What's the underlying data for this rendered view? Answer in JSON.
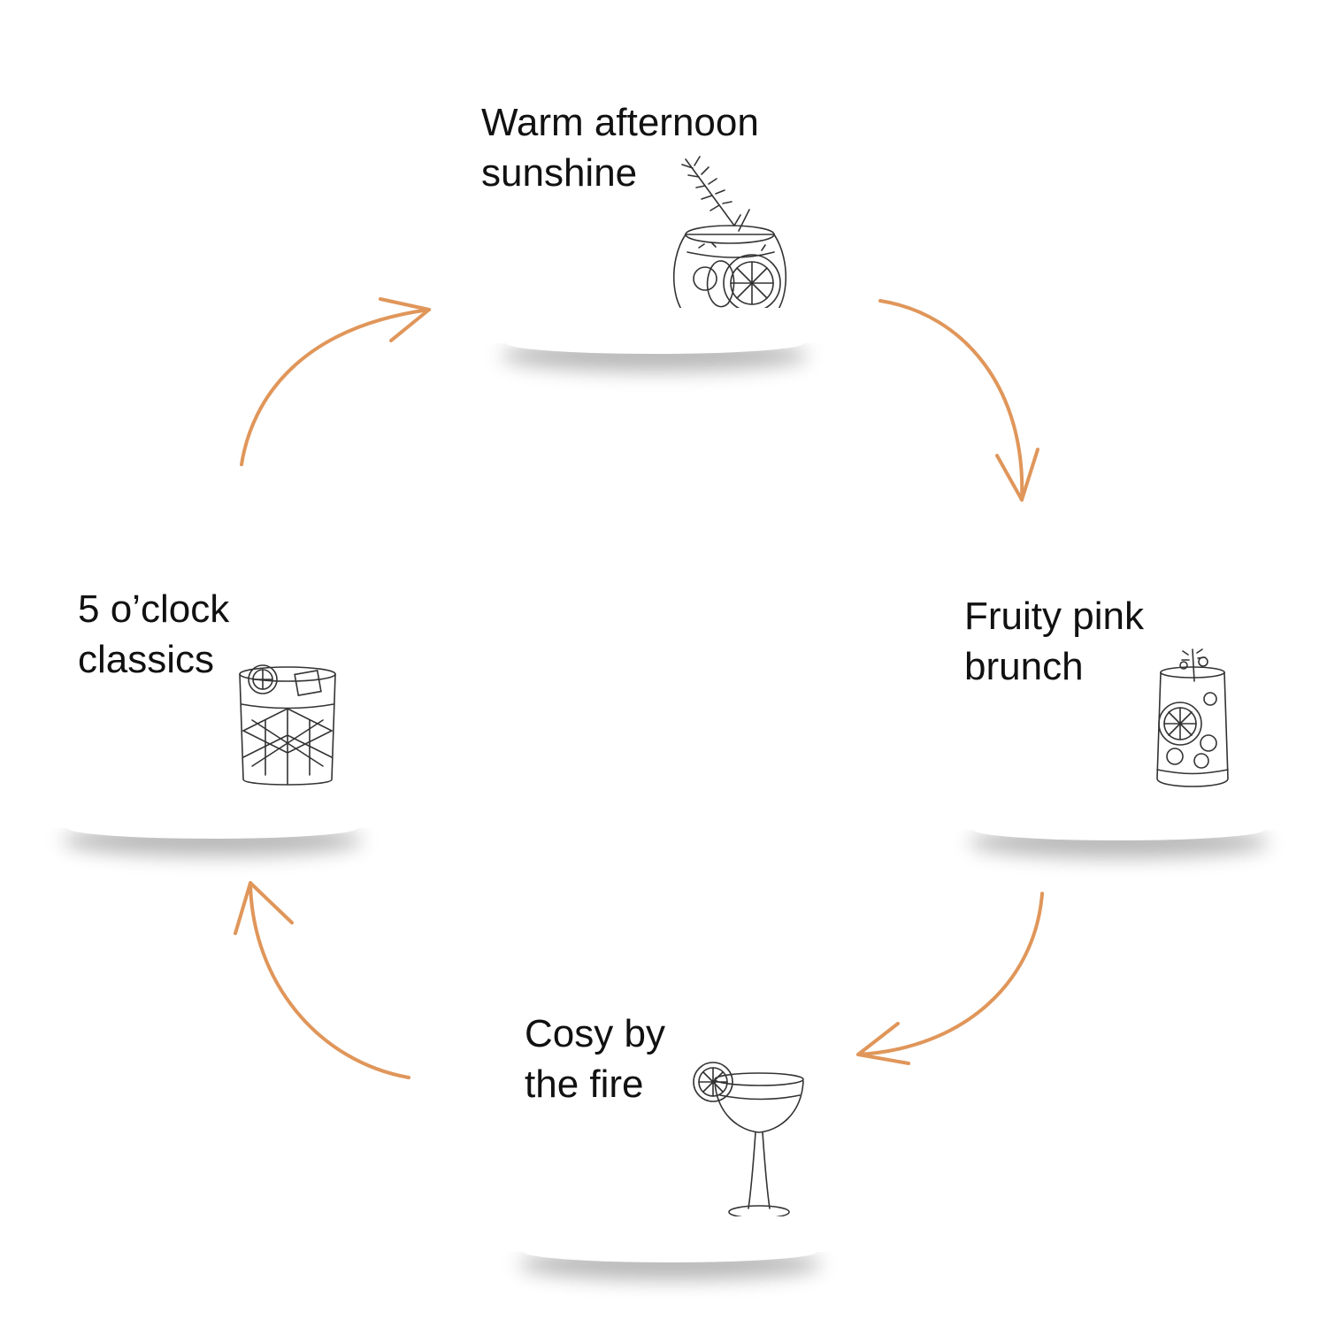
{
  "colors": {
    "arrow": "#E0965A",
    "ink": "#111111",
    "sketch": "#333333"
  },
  "cards": [
    {
      "id": "warm-afternoon-sunshine",
      "title_line1": "Warm afternoon",
      "title_line2": "sunshine",
      "icon": "rosemary-glass-icon"
    },
    {
      "id": "fruity-pink-brunch",
      "title_line1": "Fruity pink",
      "title_line2": "brunch",
      "icon": "highball-glass-icon"
    },
    {
      "id": "cosy-by-the-fire",
      "title_line1": "Cosy by",
      "title_line2": "the fire",
      "icon": "coupe-glass-icon"
    },
    {
      "id": "five-oclock-classics",
      "title_line1": "5 o’clock",
      "title_line2": "classics",
      "icon": "rocks-glass-icon"
    }
  ],
  "arrows": [
    {
      "from": "five-oclock-classics",
      "to": "warm-afternoon-sunshine"
    },
    {
      "from": "warm-afternoon-sunshine",
      "to": "fruity-pink-brunch"
    },
    {
      "from": "fruity-pink-brunch",
      "to": "cosy-by-the-fire"
    },
    {
      "from": "cosy-by-the-fire",
      "to": "five-oclock-classics"
    }
  ]
}
